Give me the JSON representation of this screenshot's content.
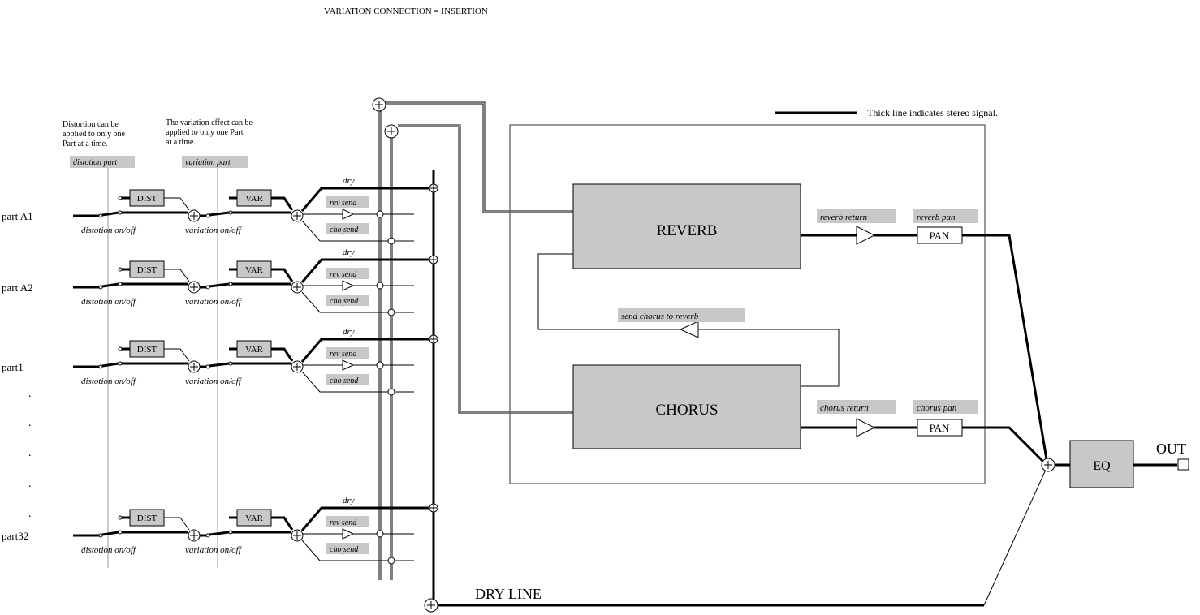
{
  "title": "VARIATION CONNECTION = INSERTION",
  "legend": "Thick line indicates stereo signal.",
  "notes": {
    "distortion": [
      "Distortion can be",
      "applied to only one",
      "Part at a time."
    ],
    "variation": [
      "The variation effect can be",
      "applied to only one Part",
      "at a time."
    ]
  },
  "tags": {
    "distortion_part": "distotion part",
    "variation_part": "variation part",
    "reverb_return": "reverb return",
    "reverb_pan": "reverb pan",
    "chorus_return": "chorus return",
    "chorus_pan": "chorus pan",
    "send_chorus_to_reverb": "send chorus to reverb"
  },
  "blocks": {
    "reverb": "REVERB",
    "chorus": "CHORUS",
    "eq": "EQ",
    "pan": "PAN",
    "out": "OUT",
    "dry_line": "DRY LINE"
  },
  "part_labels": {
    "dist_box": "DIST",
    "var_box": "VAR",
    "distortion_switch": "distotion on/off",
    "variation_switch": "variation on/off",
    "dry": "dry",
    "rev_send": "rev send",
    "cho_send": "cho send"
  },
  "parts": [
    {
      "name": "part A1"
    },
    {
      "name": "part A2"
    },
    {
      "name": "part1"
    },
    {
      "name": "part32"
    }
  ],
  "ellipsis": [
    ".",
    ".",
    ".",
    ".",
    "."
  ]
}
